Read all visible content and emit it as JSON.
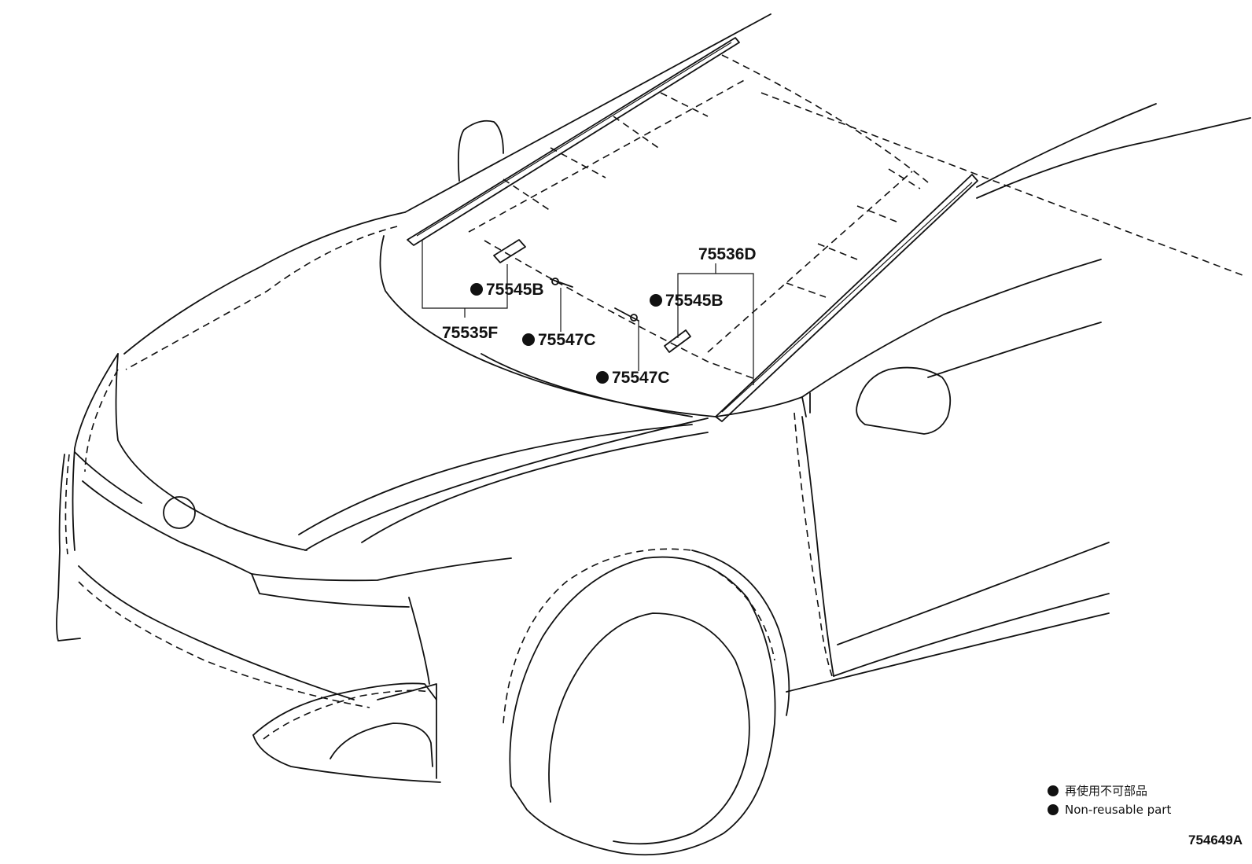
{
  "callouts": {
    "part_75535F": "75535F",
    "part_75545B_left": "75545B",
    "part_75547C_left": "75547C",
    "part_75536D": "75536D",
    "part_75545B_right": "75545B",
    "part_75547C_right": "75547C"
  },
  "legend": {
    "japanese": "再使用不可部品",
    "english": "Non-reusable part"
  },
  "diagram_id": "754649A",
  "colors": {
    "line": "#111111",
    "background": "#ffffff"
  }
}
